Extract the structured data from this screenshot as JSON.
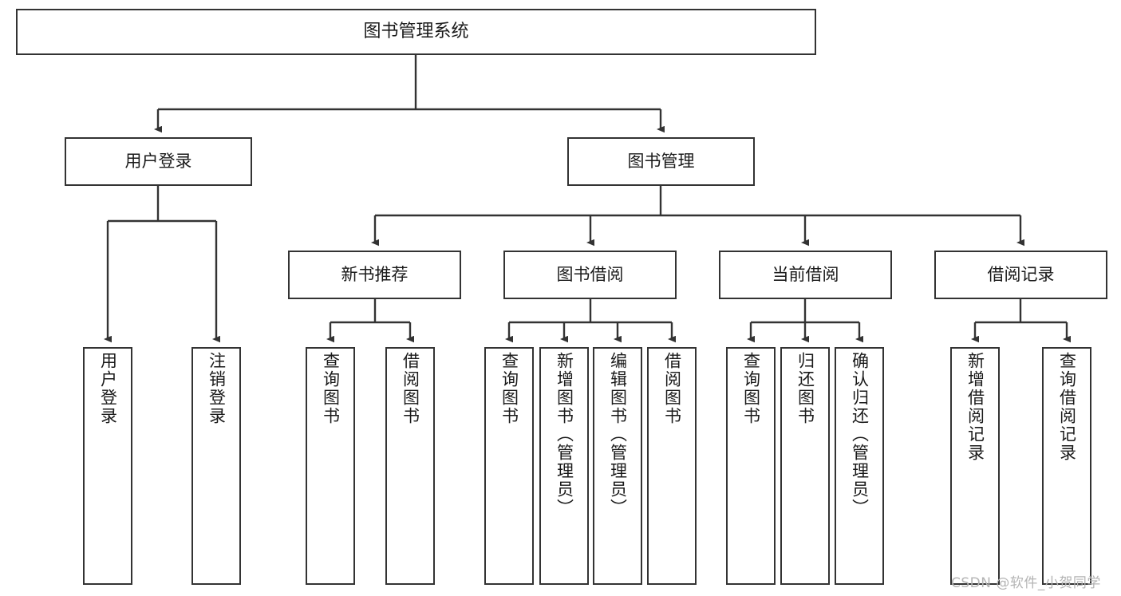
{
  "diagram": {
    "title": "图书管理系统",
    "type": "tree-hierarchy",
    "root": {
      "label": "图书管理系统"
    },
    "level1": [
      {
        "label": "用户登录"
      },
      {
        "label": "图书管理"
      }
    ],
    "level2": [
      {
        "label": "新书推荐"
      },
      {
        "label": "图书借阅"
      },
      {
        "label": "当前借阅"
      },
      {
        "label": "借阅记录"
      }
    ],
    "leaves": {
      "user_login": [
        {
          "label": "用户登录"
        },
        {
          "label": "注销登录"
        }
      ],
      "new_book_recommend": [
        {
          "label": "查询图书"
        },
        {
          "label": "借阅图书"
        }
      ],
      "book_borrow": [
        {
          "label": "查询图书"
        },
        {
          "label": "新增图书（管理员）"
        },
        {
          "label": "编辑图书（管理员）"
        },
        {
          "label": "借阅图书"
        }
      ],
      "current_borrow": [
        {
          "label": "查询图书"
        },
        {
          "label": "归还图书"
        },
        {
          "label": "确认归还（管理员）"
        }
      ],
      "borrow_record": [
        {
          "label": "新增借阅记录"
        },
        {
          "label": "查询借阅记录"
        }
      ]
    }
  },
  "watermark": {
    "text": "CSDN @软件_小贺同学"
  },
  "colors": {
    "border": "#333333",
    "text": "#1a1a1a",
    "background": "#ffffff",
    "watermark": "#b4b4b4"
  }
}
